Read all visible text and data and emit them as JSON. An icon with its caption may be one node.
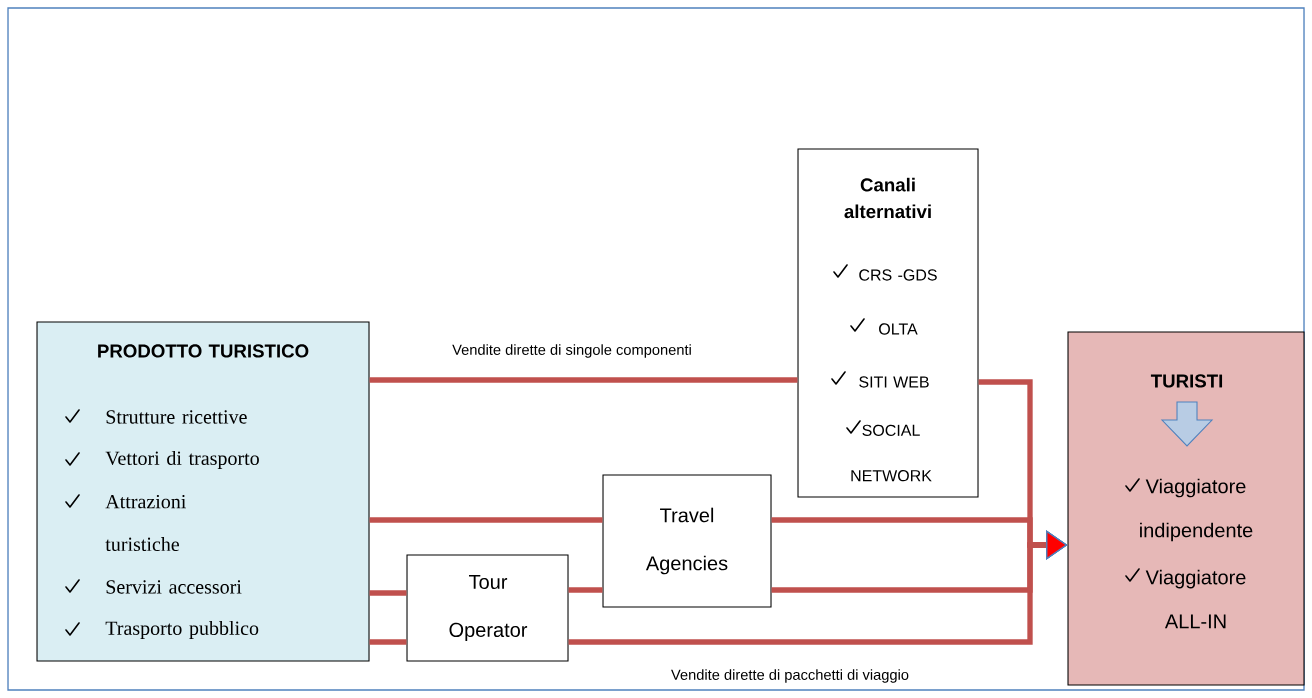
{
  "diagram": {
    "nodes": [
      {
        "text": [
          "PRODOTTO TURISTICO",
          "Strutture ricettive",
          "Vettori di trasporto",
          "Attrazioni turistiche",
          "Servizi accessori",
          "Trasporto pubblico"
        ]
      },
      {
        "text": [
          "Canali alternativi",
          "CRS -GDS",
          "OLTA",
          "SITI WEB",
          "SOCIAL NETWORK"
        ]
      },
      {
        "text": [
          "Travel Agencies"
        ]
      },
      {
        "text": [
          "Tour Operator"
        ]
      },
      {
        "text": [
          "TURISTI",
          "Viaggiatore indipendente",
          "Viaggiatore ALL-IN"
        ]
      }
    ],
    "edges": [
      {
        "from": 0,
        "to": 1,
        "arrow": "none",
        "label": "Vendite dirette di singole componenti"
      },
      {
        "from": 0,
        "to": 2,
        "arrow": "none"
      },
      {
        "from": 0,
        "to": 3,
        "arrow": "none"
      },
      {
        "from": 0,
        "to": 3,
        "arrow": "none"
      },
      {
        "from": 3,
        "to": 2,
        "arrow": "none"
      },
      {
        "from": 1,
        "to": 4,
        "arrow": "to"
      },
      {
        "from": 2,
        "to": 4,
        "arrow": "to"
      },
      {
        "from": 2,
        "to": 4,
        "arrow": "to"
      },
      {
        "from": 3,
        "to": 4,
        "arrow": "to",
        "label": "Vendite dirette di pacchetti di viaggio"
      }
    ]
  }
}
